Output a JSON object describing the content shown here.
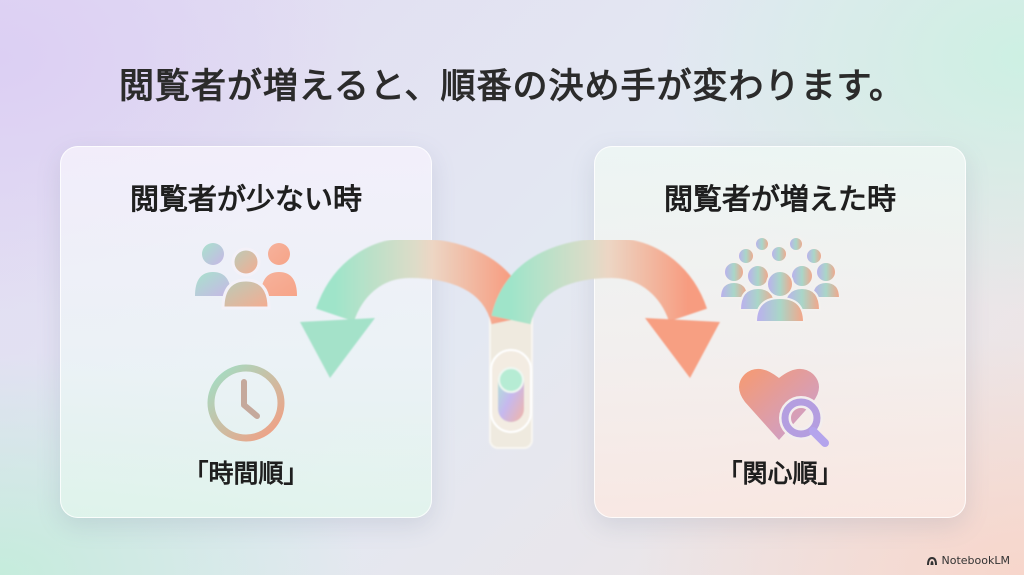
{
  "title": "閲覧者が増えると、順番の決め手が変わります。",
  "cards": [
    {
      "heading": "閲覧者が少ない時",
      "people_icon": "small-group-people-icon",
      "result_icon": "clock-icon",
      "label": "「時間順」"
    },
    {
      "heading": "閲覧者が増えた時",
      "people_icon": "large-crowd-people-icon",
      "result_icon": "heart-search-icon",
      "label": "「関心順」"
    }
  ],
  "center": {
    "icon": "branching-arrow-switch-icon",
    "left_arrow_color": "#9fe3c8",
    "right_arrow_color": "#f7a084"
  },
  "colors": {
    "mint": "#a6e4cc",
    "coral": "#f7a287",
    "lavender": "#b7aef0",
    "text": "#222222"
  },
  "brand": {
    "name": "NotebookLM",
    "icon": "notebooklm-logo-icon"
  }
}
